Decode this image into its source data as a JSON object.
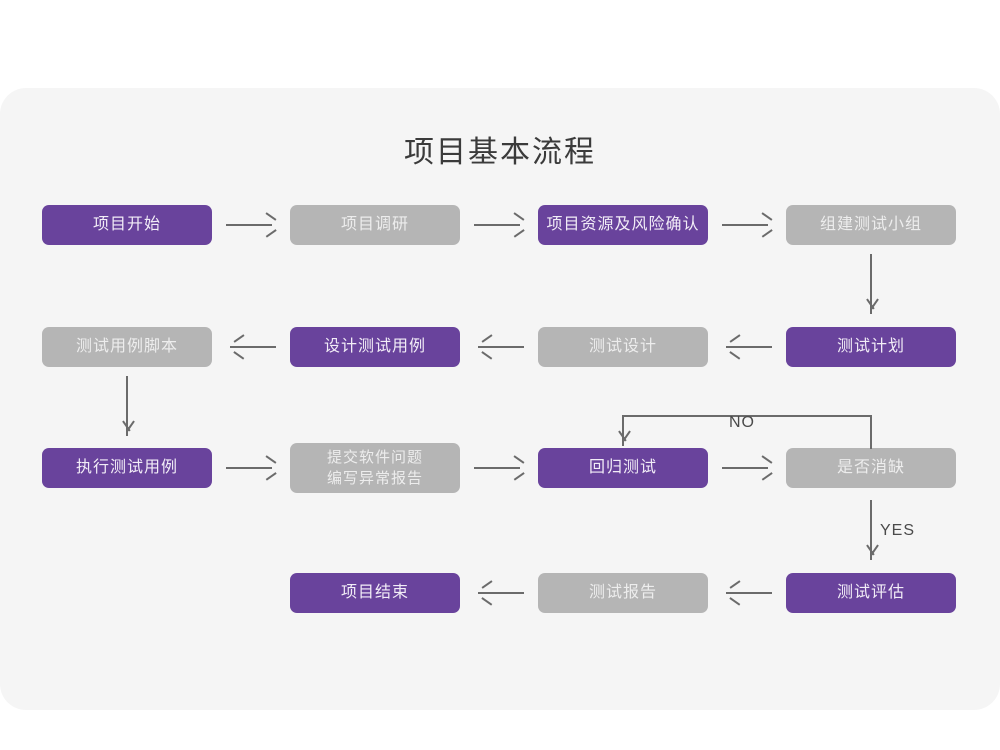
{
  "panel": {
    "background_color": "#f5f5f5",
    "page_background_color": "#ffffff"
  },
  "title": "项目基本流程",
  "palette": {
    "purple": "#69439c",
    "gray": "#b5b5b5",
    "purple_text": "#f2edf7",
    "gray_text": "#ededed",
    "connector": "#6b6b6b",
    "title_text": "#3b3b3b"
  },
  "nodes": [
    {
      "id": "n1",
      "label": "项目开始",
      "style": "purple"
    },
    {
      "id": "n2",
      "label": "项目调研",
      "style": "gray"
    },
    {
      "id": "n3",
      "label": "项目资源及风险确认",
      "style": "purple"
    },
    {
      "id": "n4",
      "label": "组建测试小组",
      "style": "gray"
    },
    {
      "id": "n5",
      "label": "测试计划",
      "style": "purple"
    },
    {
      "id": "n6",
      "label": "测试设计",
      "style": "gray"
    },
    {
      "id": "n7",
      "label": "设计测试用例",
      "style": "purple"
    },
    {
      "id": "n8",
      "label": "测试用例脚本",
      "style": "gray"
    },
    {
      "id": "n9",
      "label": "执行测试用例",
      "style": "purple"
    },
    {
      "id": "n10",
      "label": "提交软件问题\n编写异常报告",
      "style": "gray"
    },
    {
      "id": "n11",
      "label": "回归测试",
      "style": "purple"
    },
    {
      "id": "n12",
      "label": "是否消缺",
      "style": "gray"
    },
    {
      "id": "n13",
      "label": "测试评估",
      "style": "purple"
    },
    {
      "id": "n14",
      "label": "测试报告",
      "style": "gray"
    },
    {
      "id": "n15",
      "label": "项目结束",
      "style": "purple"
    }
  ],
  "edge_labels": {
    "no": "NO",
    "yes": "YES"
  }
}
